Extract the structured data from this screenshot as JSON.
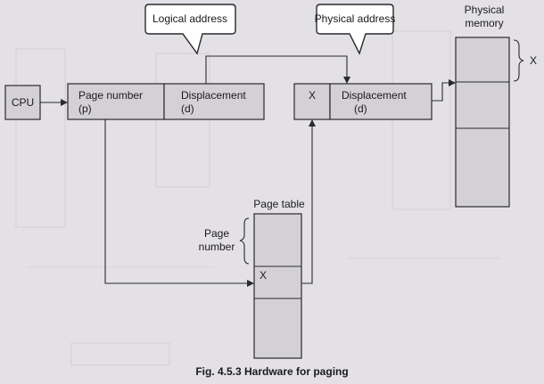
{
  "callouts": {
    "logical": "Logical address",
    "physical": "Physical address"
  },
  "cpu": "CPU",
  "logical_address": {
    "page_number": "Page number",
    "page_var": "(p)",
    "displacement": "Displacement",
    "disp_var": "(d)"
  },
  "physical_address": {
    "frame": "X",
    "displacement": "Displacement",
    "disp_var": "(d)"
  },
  "physical_memory": {
    "title_line1": "Physical",
    "title_line2": "memory",
    "frame_label": "X"
  },
  "page_table": {
    "title": "Page table",
    "brace_line1": "Page",
    "brace_line2": "number",
    "entry": "X"
  },
  "caption": "Fig. 4.5.3 Hardware for paging"
}
